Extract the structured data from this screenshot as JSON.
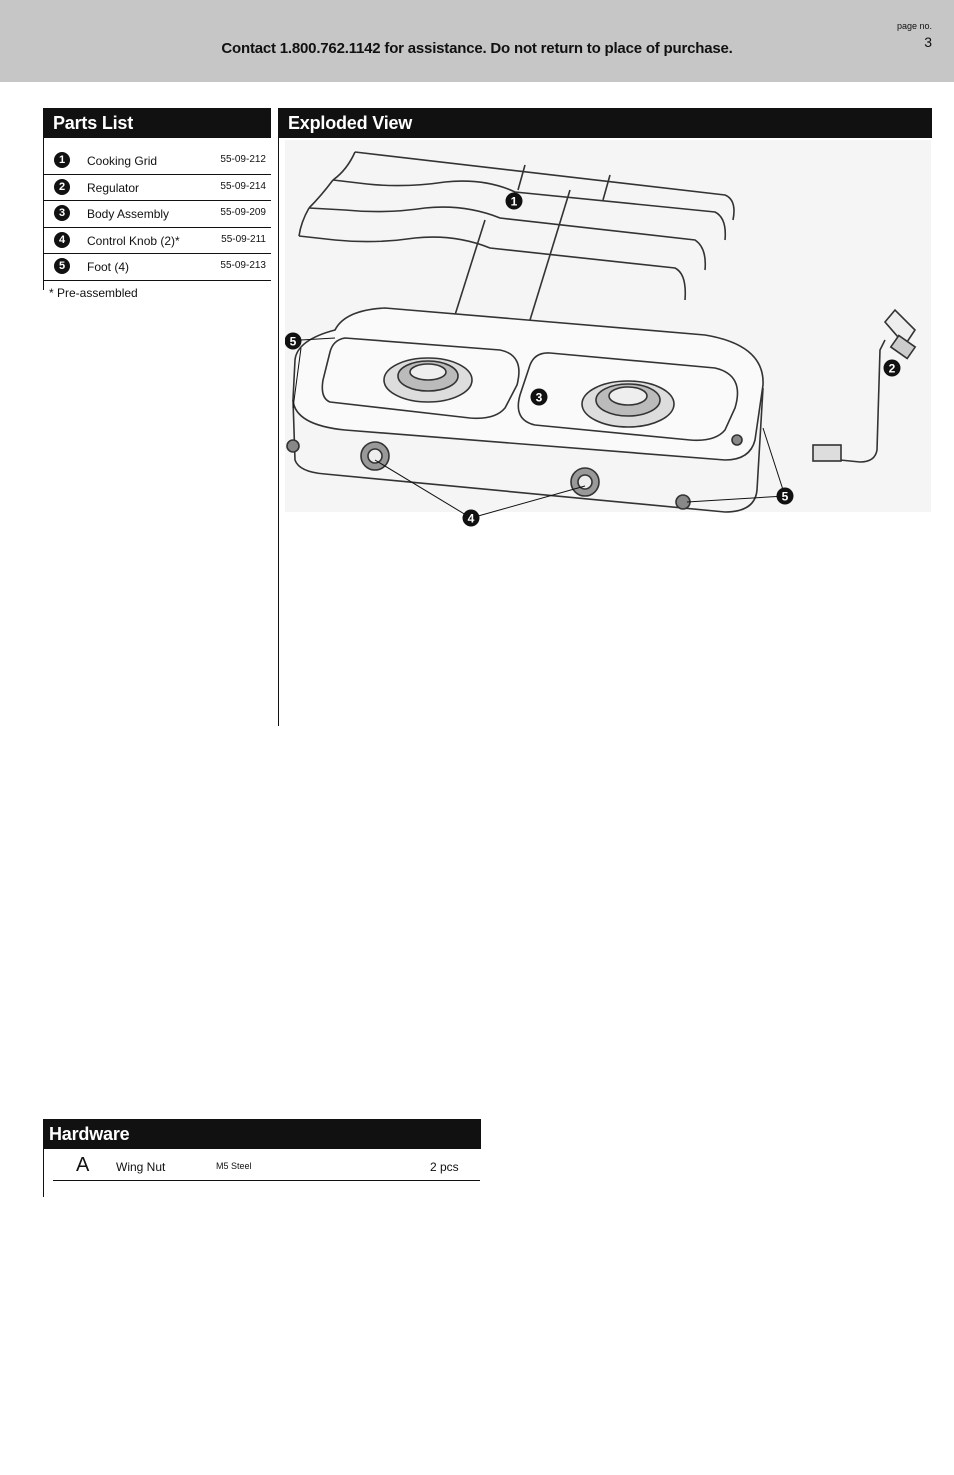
{
  "header": {
    "contact": "Contact 1.800.762.1142 for assistance. Do not return to place of purchase.",
    "page_label": "page no.",
    "page_number": "3"
  },
  "parts_list": {
    "title": "Parts List",
    "items": [
      {
        "num": "1",
        "name": "Cooking Grid",
        "part_no": "55-09-212"
      },
      {
        "num": "2",
        "name": "Regulator",
        "part_no": "55-09-214"
      },
      {
        "num": "3",
        "name": "Body Assembly",
        "part_no": "55-09-209"
      },
      {
        "num": "4",
        "name": "Control Knob (2)*",
        "part_no": "55-09-211"
      },
      {
        "num": "5",
        "name": "Foot (4)",
        "part_no": "55-09-213"
      }
    ],
    "note": "* Pre-assembled"
  },
  "exploded_view": {
    "title": "Exploded View",
    "callouts": [
      "1",
      "2",
      "3",
      "4",
      "5",
      "5"
    ]
  },
  "hardware": {
    "title": "Hardware",
    "items": [
      {
        "letter": "A",
        "name": "Wing Nut",
        "spec": "M5 Steel",
        "qty": "2 pcs"
      }
    ]
  }
}
